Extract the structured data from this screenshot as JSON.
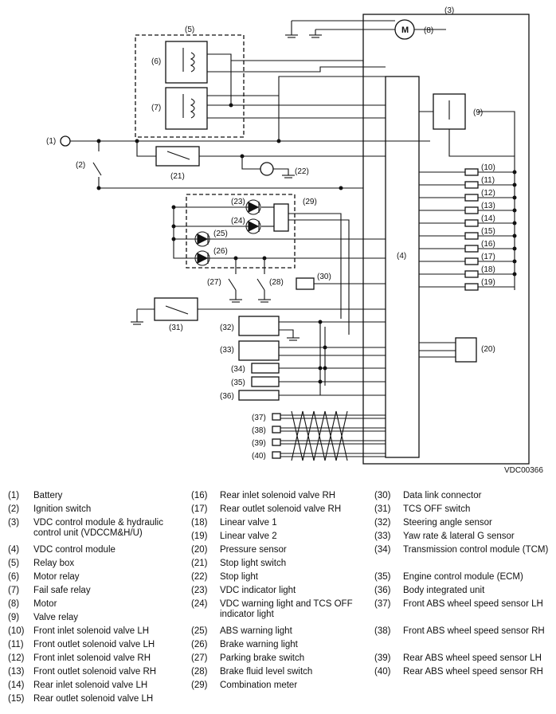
{
  "diagram": {
    "reference_code": "VDC00366",
    "component_label": "(1)"
  },
  "legend": [
    {
      "num": "(1)",
      "label": "Battery"
    },
    {
      "num": "(2)",
      "label": "Ignition switch"
    },
    {
      "num": "(3)",
      "label": "VDC control module & hydraulic control unit (VDCCM&H/U)"
    },
    {
      "num": "(4)",
      "label": "VDC control module"
    },
    {
      "num": "(5)",
      "label": "Relay box"
    },
    {
      "num": "(6)",
      "label": "Motor relay"
    },
    {
      "num": "(7)",
      "label": "Fail safe relay"
    },
    {
      "num": "(8)",
      "label": "Motor"
    },
    {
      "num": "(9)",
      "label": "Valve relay"
    },
    {
      "num": "(10)",
      "label": "Front inlet solenoid valve LH"
    },
    {
      "num": "(11)",
      "label": "Front outlet solenoid valve LH"
    },
    {
      "num": "(12)",
      "label": "Front inlet solenoid valve RH"
    },
    {
      "num": "(13)",
      "label": "Front outlet solenoid valve RH"
    },
    {
      "num": "(14)",
      "label": "Rear inlet solenoid valve LH"
    },
    {
      "num": "(15)",
      "label": "Rear outlet solenoid valve LH"
    },
    {
      "num": "(16)",
      "label": "Rear inlet solenoid valve RH"
    },
    {
      "num": "(17)",
      "label": "Rear outlet solenoid valve RH"
    },
    {
      "num": "(18)",
      "label": "Linear valve 1"
    },
    {
      "num": "(19)",
      "label": "Linear valve 2"
    },
    {
      "num": "(20)",
      "label": "Pressure sensor"
    },
    {
      "num": "(21)",
      "label": "Stop light switch"
    },
    {
      "num": "(22)",
      "label": "Stop light"
    },
    {
      "num": "(23)",
      "label": "VDC indicator light"
    },
    {
      "num": "(24)",
      "label": "VDC warning light and TCS OFF indicator light"
    },
    {
      "num": "(25)",
      "label": "ABS warning light"
    },
    {
      "num": "(26)",
      "label": "Brake warning light"
    },
    {
      "num": "(27)",
      "label": "Parking brake switch"
    },
    {
      "num": "(28)",
      "label": "Brake fluid level switch"
    },
    {
      "num": "(29)",
      "label": "Combination meter"
    },
    {
      "num": "(30)",
      "label": "Data link connector"
    },
    {
      "num": "(31)",
      "label": "TCS OFF switch"
    },
    {
      "num": "(32)",
      "label": "Steering angle sensor"
    },
    {
      "num": "(33)",
      "label": "Yaw rate & lateral G sensor"
    },
    {
      "num": "(34)",
      "label": "Transmission control module (TCM)"
    },
    {
      "num": "(35)",
      "label": "Engine control module (ECM)"
    },
    {
      "num": "(36)",
      "label": "Body integrated unit"
    },
    {
      "num": "(37)",
      "label": "Front ABS wheel speed sensor LH"
    },
    {
      "num": "(38)",
      "label": "Front ABS wheel speed sensor RH"
    },
    {
      "num": "(39)",
      "label": "Rear ABS wheel speed sensor LH"
    },
    {
      "num": "(40)",
      "label": "Rear ABS wheel speed sensor RH"
    }
  ]
}
